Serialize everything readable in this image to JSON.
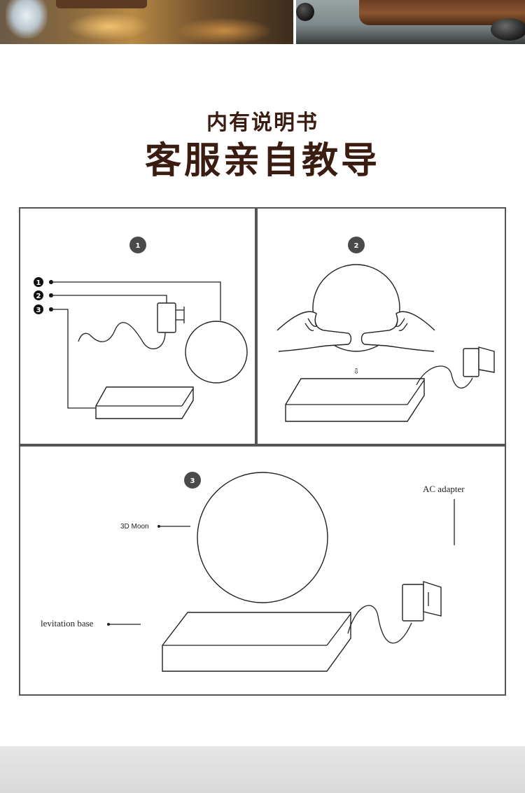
{
  "heading": {
    "subtitle": "内有说明书",
    "title": "客服亲自教导"
  },
  "steps": {
    "step1": {
      "badge": "1",
      "parts": [
        "1",
        "2",
        "3"
      ]
    },
    "step2": {
      "badge": "2",
      "arrow": "⇩"
    },
    "step3": {
      "badge": "3",
      "labels": {
        "moon": "3D  Moon",
        "adapter": "AC adapter",
        "base": "levitation base"
      }
    }
  },
  "colors": {
    "heading": "#3a1c10",
    "frame": "#555555",
    "badge": "#4a4a4a"
  }
}
